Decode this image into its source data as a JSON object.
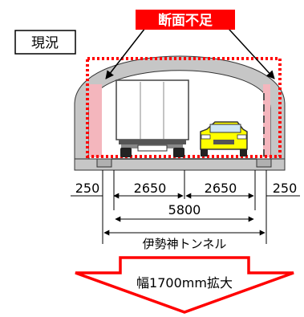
{
  "status_label": "現況",
  "problem_label": "断面不足",
  "dimensions": {
    "left_shoulder": "250",
    "left_lane": "2650",
    "right_lane": "2650",
    "right_shoulder": "250",
    "carriageway_total": "5800",
    "tunnel_name": "伊勢神トンネル"
  },
  "expansion_label": "幅1700mm拡大",
  "colors": {
    "problem_red": "#ff0000",
    "highlight_pink": "#f4b6bd",
    "concrete": "#c6c6c6",
    "car_yellow": "#ffff00"
  }
}
